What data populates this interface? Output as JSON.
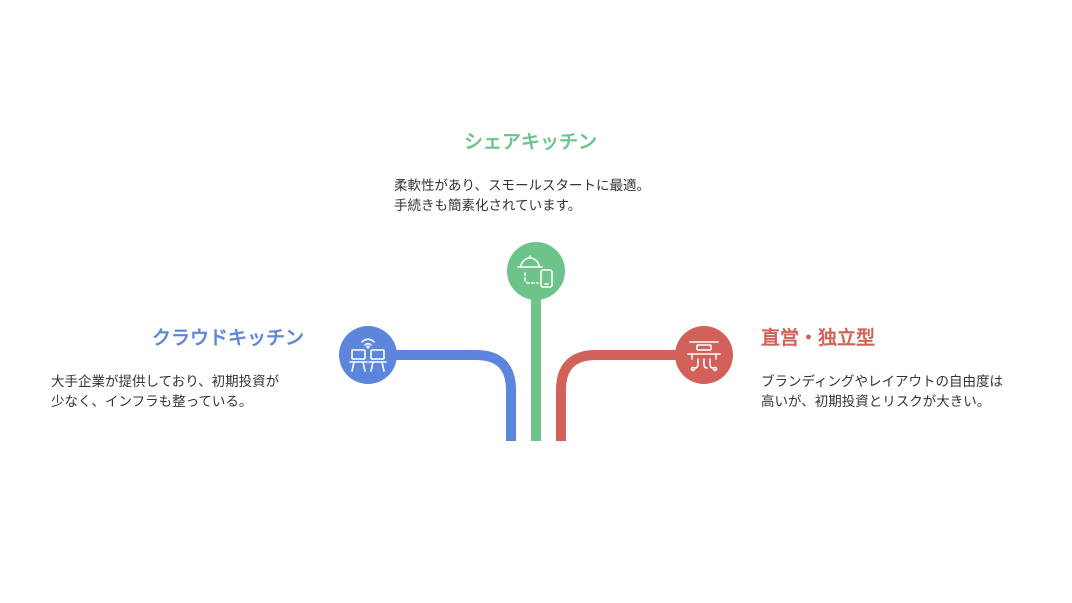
{
  "colors": {
    "shared": "#6cc48b",
    "cloud": "#5b86dc",
    "direct": "#d26159",
    "text": "#333333"
  },
  "nodes": {
    "shared": {
      "title": "シェアキッチン",
      "desc_line1": "柔軟性があり、スモールスタートに最適。",
      "desc_line2": "手続きも簡素化されています。",
      "icon": "cloche-and-phone-icon"
    },
    "cloud": {
      "title": "クラウドキッチン",
      "desc_line1": "大手企業が提供しており、初期投資が",
      "desc_line2": "少なく、インフラも整っている。",
      "icon": "connected-workstations-icon"
    },
    "direct": {
      "title": "直営・独立型",
      "desc_line1": "ブランディングやレイアウトの自由度は",
      "desc_line2": "高いが、初期投資とリスクが大きい。",
      "icon": "kitchen-hood-icon"
    }
  }
}
